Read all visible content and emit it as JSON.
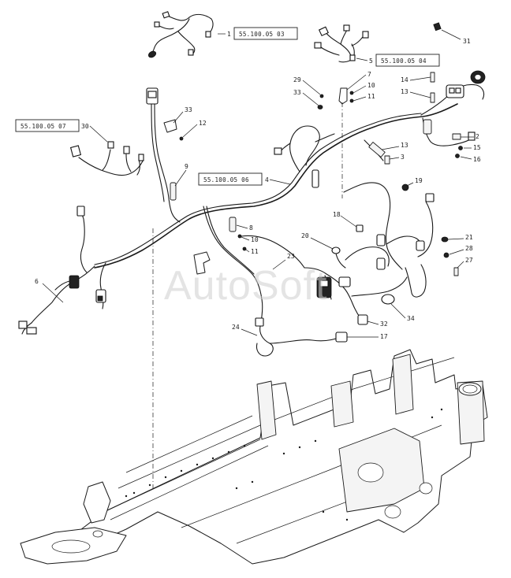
{
  "watermark": "AutoSoft",
  "reference_boxes": [
    {
      "id": "ref-55-100-05-03",
      "text": "55.100.05 03",
      "leader": "1"
    },
    {
      "id": "ref-55-100-05-04",
      "text": "55.100.05 04",
      "leader": "5"
    },
    {
      "id": "ref-55-100-05-07",
      "text": "55.100.05 07",
      "leader": "30"
    },
    {
      "id": "ref-55-100-05-06",
      "text": "55.100.05 06",
      "leader": "4"
    }
  ],
  "callouts": {
    "c2": "2",
    "c3": "3",
    "c6": "6",
    "c7": "7",
    "c8": "8",
    "c9": "9",
    "c10a": "10",
    "c10b": "10",
    "c11a": "11",
    "c11b": "11",
    "c12": "12",
    "c13a": "13",
    "c13b": "13",
    "c14": "14",
    "c15": "15",
    "c16": "16",
    "c17": "17",
    "c18": "18",
    "c19": "19",
    "c20": "20",
    "c21": "21",
    "c23": "23",
    "c24": "24",
    "c27": "27",
    "c28": "28",
    "c29": "29",
    "c31": "31",
    "c32": "32",
    "c33a": "33",
    "c33b": "33",
    "c34": "34"
  },
  "colors": {
    "line": "#1a1a1a",
    "frame": "#2a2a2a",
    "background": "#ffffff",
    "watermark": "#cfcfcf"
  }
}
